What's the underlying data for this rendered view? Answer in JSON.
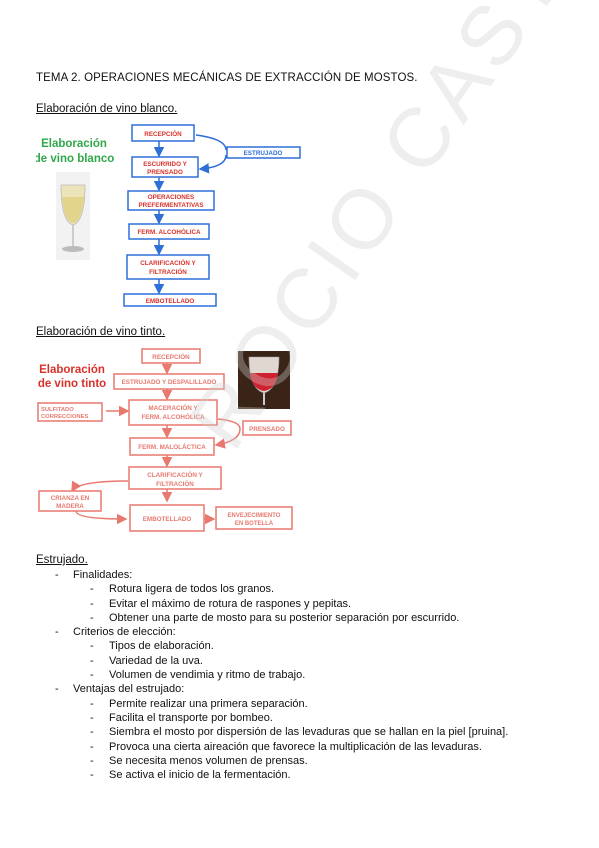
{
  "page_title": "TEMA 2. OPERACIONES MECÁNICAS DE EXTRACCIÓN DE MOSTOS.",
  "sections": {
    "white": "Elaboración de vino blanco.",
    "red": "Elaboración de vino tinto.",
    "estrujado": "Estrujado."
  },
  "white_diagram": {
    "heading_line1": "Elaboración",
    "heading_line2": "de vino blanco",
    "boxes": {
      "recepcion": "RECEPCIÓN",
      "escurrido_l1": "ESCURRIDO Y",
      "escurrido_l2": "PRENSADO",
      "estrujado": "ESTRUJADO",
      "prefer_l1": "OPERACIONES",
      "prefer_l2": "PREFERMENTATIVAS",
      "alcoholica": "FERM. ALCOHÓLICA",
      "clarif_l1": "CLARIFICACIÓN Y",
      "clarif_l2": "FILTRACIÓN",
      "embotellado": "EMBOTELLADO"
    }
  },
  "red_diagram": {
    "heading_line1": "Elaboración",
    "heading_line2": "de vino tinto",
    "boxes": {
      "recepcion": "RECEPCIÓN",
      "estrujado": "ESTRUJADO Y DESPALILLADO",
      "sulfitado_l1": "SULFITADO",
      "sulfitado_l2": "CORRECCIONES",
      "maceracion_l1": "MACERACIÓN Y",
      "maceracion_l2": "FERM. ALCOHÓLICA",
      "prensado": "PRENSADO",
      "malolactica": "FERM. MALOLÁCTICA",
      "clarif_l1": "CLARIFICACIÓN Y",
      "clarif_l2": "FILTRACIÓN",
      "crianza_l1": "CRIANZA EN",
      "crianza_l2": "MADERA",
      "embotellado": "EMBOTELLADO",
      "envejec_l1": "ENVEJECIMIENTO",
      "envejec_l2": "EN BOTELLA"
    }
  },
  "watermark": "ROCIO CASTRO",
  "colors": {
    "blue": "#2e6fd8",
    "red": "#e8796f",
    "green": "#2fa84a",
    "red_title": "#d9312a"
  },
  "bullets": [
    {
      "level": 1,
      "dash": "-",
      "text": "Finalidades:"
    },
    {
      "level": 2,
      "dash": "-",
      "text": "Rotura ligera de todos los granos."
    },
    {
      "level": 2,
      "dash": "-",
      "text": "Evitar el máximo de rotura de raspones y pepitas."
    },
    {
      "level": 2,
      "dash": "-",
      "text": "Obtener una parte de mosto para  su posterior separación por escurrido."
    },
    {
      "level": 1,
      "dash": "-",
      "text": "Criterios de elección:"
    },
    {
      "level": 2,
      "dash": "-",
      "text": "Tipos de elaboración."
    },
    {
      "level": 2,
      "dash": "-",
      "text": "Variedad de la uva."
    },
    {
      "level": 2,
      "dash": "-",
      "text": "Volumen de vendimia y ritmo de trabajo."
    },
    {
      "level": 1,
      "dash": "-",
      "text": "Ventajas del estrujado:"
    },
    {
      "level": 2,
      "dash": "-",
      "text": "Permite realizar una primera separación."
    },
    {
      "level": 2,
      "dash": "-",
      "text": "Facilita el transporte por bombeo."
    },
    {
      "level": 2,
      "dash": "-",
      "text": "Siembra el mosto por dispersión de las levaduras que se hallan en la piel [pruina]."
    },
    {
      "level": 2,
      "dash": "-",
      "text": "Provoca una cierta aireación que favorece la multiplicación de las levaduras."
    },
    {
      "level": 2,
      "dash": "-",
      "text": "Se necesita menos volumen de prensas."
    },
    {
      "level": 2,
      "dash": "-",
      "text": "Se activa el inicio de la fermentación."
    }
  ]
}
